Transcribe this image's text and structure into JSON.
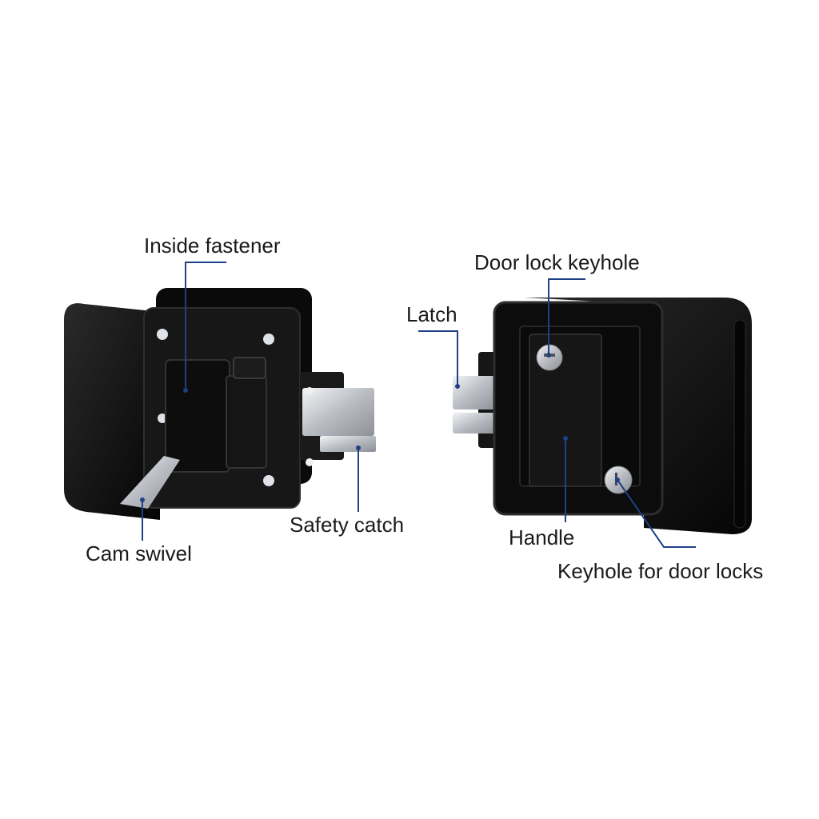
{
  "labels": {
    "inside_fastener": "Inside fastener",
    "safety_catch": "Safety catch",
    "cam_swivel": "Cam swivel",
    "door_lock_keyhole": "Door lock keyhole",
    "latch": "Latch",
    "handle": "Handle",
    "keyhole_for_door_locks": "Keyhole for door locks"
  },
  "colors": {
    "leader_line": "#1f3f87",
    "body": "#121212",
    "metal": "#c9ccd1",
    "background": "#ffffff"
  }
}
